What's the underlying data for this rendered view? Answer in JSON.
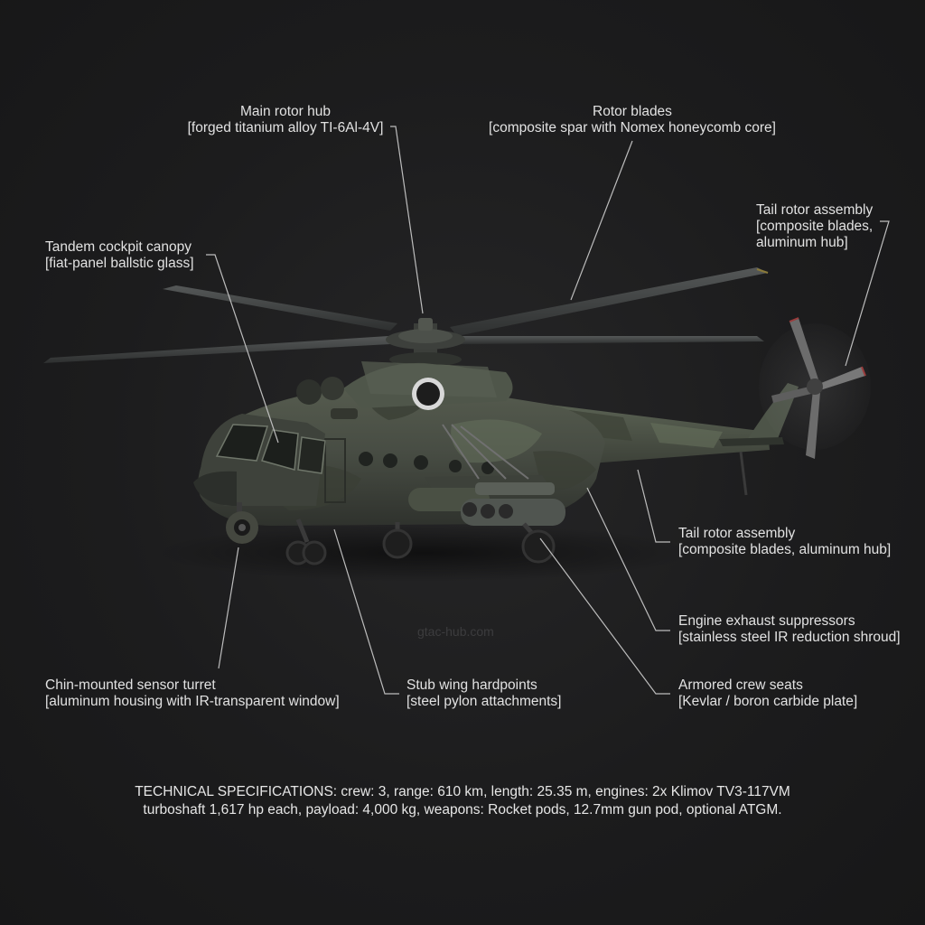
{
  "callouts": {
    "main_rotor_hub": {
      "title": "Main rotor hub",
      "material": "[forged titanium alloy TI-6Al-4V]"
    },
    "rotor_blades": {
      "title": "Rotor blades",
      "material": "[composite spar with Nomex honeycomb core]"
    },
    "tail_rotor_top": {
      "title": "Tail rotor assembly",
      "material_line1": "[composite blades,",
      "material_line2": "aluminum hub]"
    },
    "cockpit_canopy": {
      "title": "Tandem cockpit canopy",
      "material": "[fiat-panel ballstic glass]"
    },
    "tail_rotor_bottom": {
      "title": "Tail rotor assembly",
      "material": "[composite blades, aluminum hub]"
    },
    "engine_exhaust": {
      "title": "Engine exhaust suppressors",
      "material": "[stainless steel IR reduction shroud]"
    },
    "crew_seats": {
      "title": "Armored crew seats",
      "material": "[Kevlar / boron carbide plate]"
    },
    "stub_wing": {
      "title": "Stub wing hardpoints",
      "material": "[steel pylon attachments]"
    },
    "sensor_turret": {
      "title": "Chin-mounted sensor turret",
      "material": "[aluminum housing with IR-transparent window]"
    }
  },
  "watermark": "gtac-hub.com",
  "specs": {
    "line1": "TECHNICAL SPECIFICATIONS: crew: 3, range: 610 km, length: 25.35 m, engines: 2x Klimov TV3-117VM",
    "line2": "turboshaft 1,617 hp each, payload: 4,000 kg, weapons: Rocket pods, 12.7mm gun pod, optional ATGM."
  },
  "colors": {
    "background": "#1b1b1c",
    "label_text": "#e2e2e2",
    "leader_line": "#bdbdbd",
    "camo_base": "#4b5147",
    "camo_green": "#5b6650",
    "camo_dark": "#33372f",
    "blade": "#3f4141"
  }
}
